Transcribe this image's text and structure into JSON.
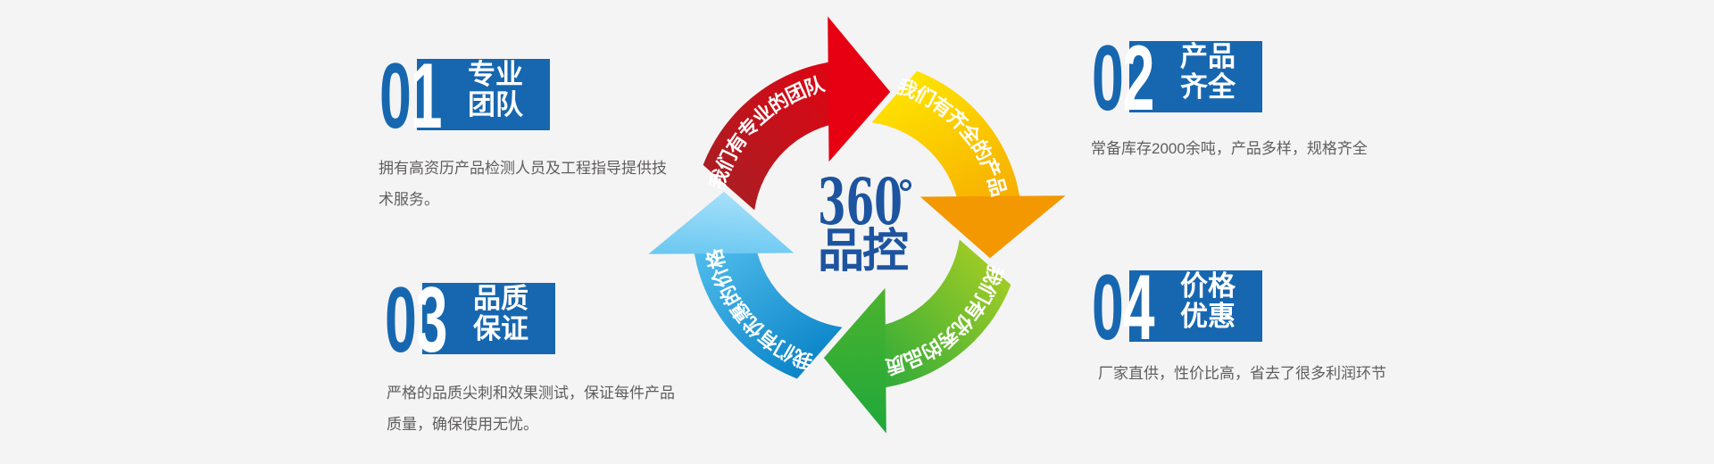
{
  "background": "#f4f4f4",
  "accent_blue": "#1767b0",
  "text_gray": "#605d5d",
  "sections": [
    {
      "number_zero": "0",
      "number_digit": "1",
      "label_line1": "专业",
      "label_line2": "团队",
      "desc_line1": "拥有高资历产品检测人员及工程指导提供技",
      "desc_line2": "术服务。"
    },
    {
      "number_zero": "0",
      "number_digit": "2",
      "label_line1": "产品",
      "label_line2": "齐全",
      "desc_line1": "常备库存2000余吨，产品多样，规格齐全",
      "desc_line2": ""
    },
    {
      "number_zero": "0",
      "number_digit": "3",
      "label_line1": "品质",
      "label_line2": "保证",
      "desc_line1": "严格的品质尖刺和效果测试，保证每件产品",
      "desc_line2": "质量，确保使用无忧。"
    },
    {
      "number_zero": "0",
      "number_digit": "4",
      "label_line1": "价格",
      "label_line2": "优惠",
      "desc_line1": "厂家直供，性价比高，省去了很多利润环节",
      "desc_line2": ""
    }
  ],
  "diagram": {
    "center_number": "360",
    "center_label": "品控",
    "center_color": "#1d549f",
    "arcs": [
      {
        "name": "red",
        "text": "我们有专业的团队",
        "color_from": "#a81f24",
        "color_to": "#e8000f",
        "head_color": "#e60012"
      },
      {
        "name": "yellow",
        "text": "我们有齐全的产品",
        "color_from": "#ffe400",
        "color_to": "#f6ab00",
        "head_color": "#f39800"
      },
      {
        "name": "green",
        "text": "我们有优秀的品质",
        "color_from": "#a9ce23",
        "color_to": "#2fab3a",
        "head_from": "#4cb32d",
        "head_to": "#1fa83c"
      },
      {
        "name": "blue",
        "text": "我们有优惠的价格",
        "color_from": "#0a84c8",
        "color_to": "#55c0ee",
        "head_from": "#a5e0fa",
        "head_to": "#6cc8f1"
      }
    ]
  }
}
